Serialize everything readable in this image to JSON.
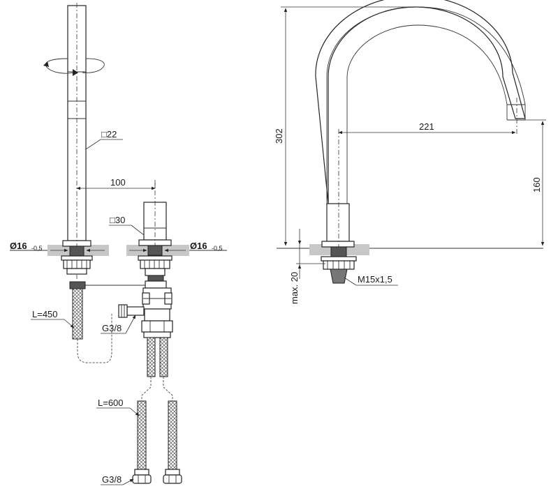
{
  "left_view": {
    "dim_spindle_square": "□22",
    "dim_body_square": "□30",
    "dim_spacing": "100",
    "dim_hole_left": "Ø16",
    "dim_hole_left_tol": "-0,5",
    "dim_hole_right": "Ø16",
    "dim_hole_right_tol": "-0,5",
    "hose_short_length": "L=450",
    "hose_long_length": "L=600",
    "thread_upper": "G3/8",
    "thread_lower": "G3/8"
  },
  "right_view": {
    "dim_height": "302",
    "dim_reach": "221",
    "dim_outlet_height": "160",
    "dim_max_deck": "max. 20",
    "thread_mount": "M15x1,5"
  }
}
